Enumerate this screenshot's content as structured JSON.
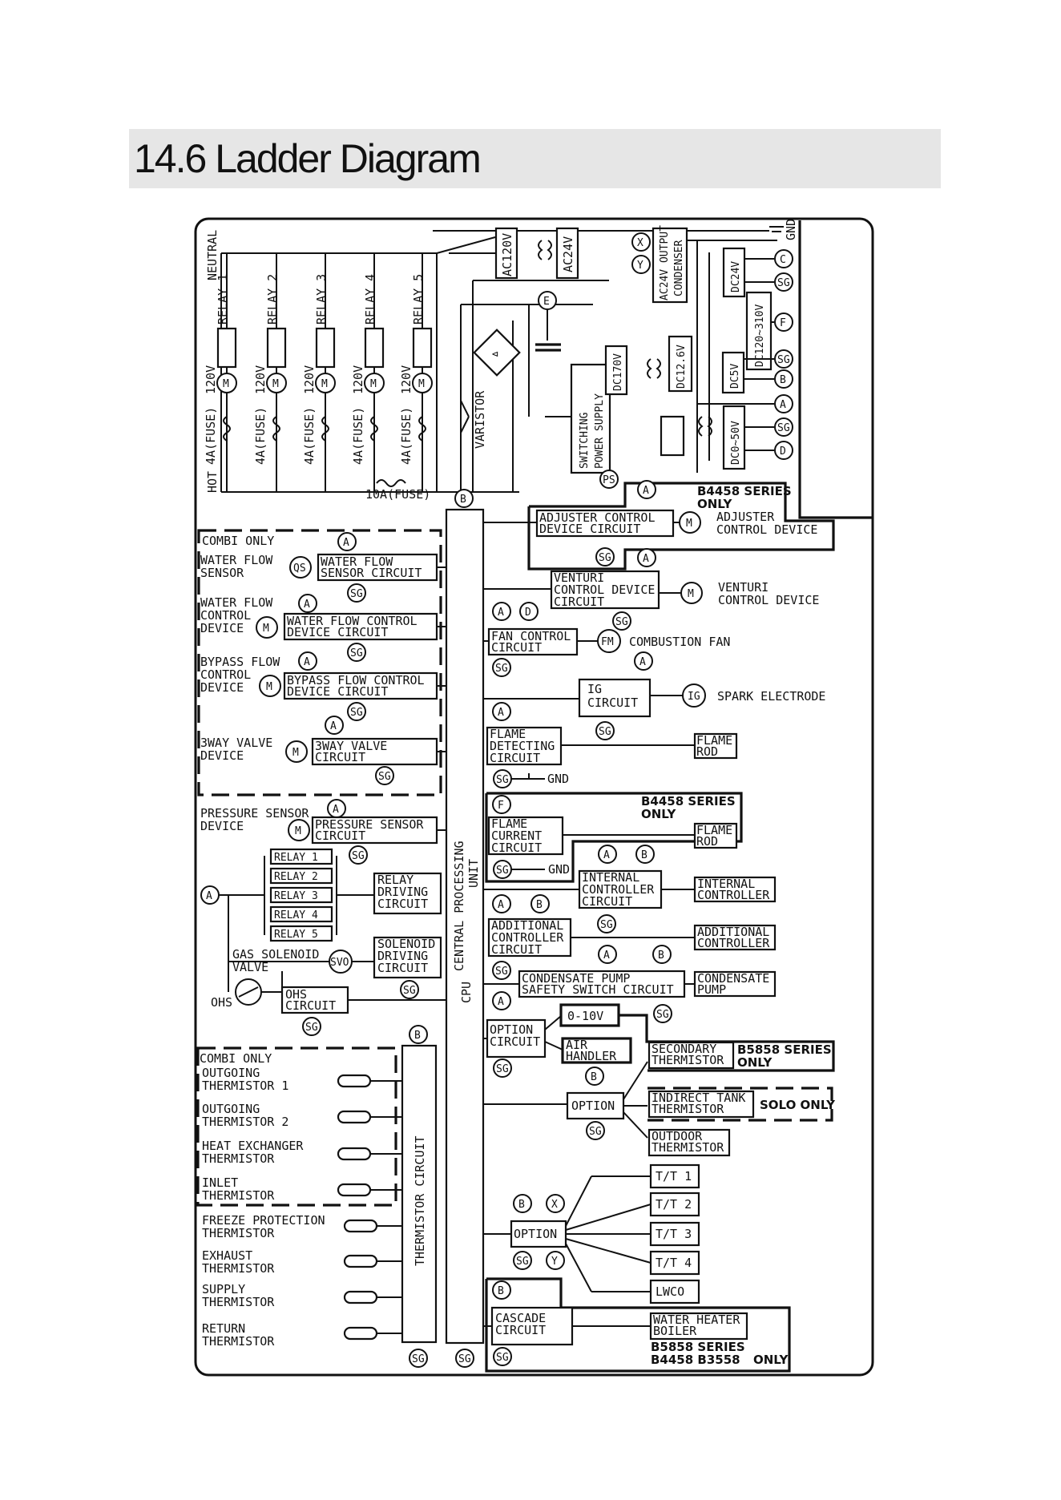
{
  "page": {
    "title": "14.6 Ladder Diagram"
  },
  "diagram": {
    "rails": {
      "neutral": "NEUTRAL",
      "hot": "HOT",
      "gnd": "GND",
      "main_fuse": "10A(FUSE)"
    },
    "relays": [
      {
        "name": "RELAY 1",
        "voltage": "120V",
        "fuse": "4A(FUSE)"
      },
      {
        "name": "RELAY 2",
        "voltage": "120V",
        "fuse": "4A(FUSE)"
      },
      {
        "name": "RELAY 3",
        "voltage": "120V",
        "fuse": "4A(FUSE)"
      },
      {
        "name": "RELAY 4",
        "voltage": "120V",
        "fuse": "4A(FUSE)"
      },
      {
        "name": "RELAY 5",
        "voltage": "120V",
        "fuse": "4A(FUSE)"
      }
    ],
    "power": {
      "ac120": "AC120V",
      "ac24": "AC24V",
      "ac24_out": "AC24V OUTPUT",
      "condenser": "CONDENSER",
      "dc24": "DC24V",
      "dc120": "DC120~310V",
      "dc170": "DC170V",
      "dc126": "DC12.6V",
      "dc5": "DC5V",
      "dc050": "DC0~50V",
      "smps1": "SWITCHING",
      "smps2": "POWER SUPPLY",
      "varistor": "VARISTOR"
    },
    "terminals": {
      "x": "X",
      "y": "Y",
      "e": "E",
      "c": "C",
      "sg": "SG",
      "f": "F",
      "b": "B",
      "a": "A",
      "d": "D",
      "ps": "PS"
    },
    "cpu": {
      "line1": "CPU",
      "line2": "CENTRAL PROCESSING",
      "line3": "UNIT"
    },
    "thermistor_circuit": "THERMISTOR CIRCUIT",
    "series_notes": {
      "b4458_a": "B4458 SERIES",
      "only_a": "ONLY",
      "b4458_b": "B4458 SERIES",
      "only_b": "ONLY",
      "b5858": "B5858 SERIES",
      "only_c": "ONLY",
      "solo": "SOLO ONLY",
      "cascade_1": "B5858 SERIES",
      "cascade_2": "B4458 B3558",
      "cascade_only": "ONLY",
      "combi_1": "COMBI ONLY",
      "combi_2": "COMBI ONLY"
    },
    "left_devices": {
      "wf_sensor_1": "WATER FLOW",
      "wf_sensor_2": "SENSOR",
      "qs": "QS",
      "wf_sensor_c1": "WATER FLOW",
      "wf_sensor_c2": "SENSOR CIRCUIT",
      "wf_ctrl_1": "WATER FLOW",
      "wf_ctrl_2": "CONTROL",
      "wf_ctrl_3": "DEVICE",
      "wf_ctrl_c1": "WATER FLOW CONTROL",
      "wf_ctrl_c2": "DEVICE CIRCUIT",
      "bp_1": "BYPASS FLOW",
      "bp_2": "CONTROL",
      "bp_3": "DEVICE",
      "bp_c1": "BYPASS FLOW CONTROL",
      "bp_c2": "DEVICE CIRCUIT",
      "tw_1": "3WAY VALVE",
      "tw_2": "DEVICE",
      "tw_c1": "3WAY VALVE",
      "tw_c2": "CIRCUIT",
      "ps_1": "PRESSURE SENSOR",
      "ps_2": "DEVICE",
      "ps_c1": "PRESSURE SENSOR",
      "ps_c2": "CIRCUIT",
      "rd_1": "RELAY",
      "rd_2": "DRIVING",
      "rd_3": "CIRCUIT",
      "gas_1": "GAS SOLENOID",
      "gas_2": "VALVE",
      "svo": "SVO",
      "sd_1": "SOLENOID",
      "sd_2": "DRIVING",
      "sd_3": "CIRCUIT",
      "ohs": "OHS",
      "ohs_c1": "OHS",
      "ohs_c2": "CIRCUIT",
      "motor": "M"
    },
    "relay_stack": [
      "RELAY 1",
      "RELAY 2",
      "RELAY 3",
      "RELAY 4",
      "RELAY 5"
    ],
    "thermistors": [
      {
        "l1": "OUTGOING",
        "l2": "THERMISTOR 1"
      },
      {
        "l1": "OUTGOING",
        "l2": "THERMISTOR 2"
      },
      {
        "l1": "HEAT EXCHANGER",
        "l2": "THERMISTOR"
      },
      {
        "l1": "INLET",
        "l2": "THERMISTOR"
      },
      {
        "l1": "FREEZE PROTECTION",
        "l2": "THERMISTOR"
      },
      {
        "l1": "EXHAUST",
        "l2": "THERMISTOR"
      },
      {
        "l1": "SUPPLY",
        "l2": "THERMISTOR"
      },
      {
        "l1": "RETURN",
        "l2": "THERMISTOR"
      }
    ],
    "right_devices": {
      "adj_c1": "ADJUSTER CONTROL",
      "adj_c2": "DEVICE CIRCUIT",
      "adj_d1": "ADJUSTER",
      "adj_d2": "CONTROL DEVICE",
      "ven_c1": "VENTURI",
      "ven_c2": "CONTROL DEVICE",
      "ven_c3": "CIRCUIT",
      "ven_d1": "VENTURI",
      "ven_d2": "CONTROL DEVICE",
      "fan_c1": "FAN CONTROL",
      "fan_c2": "CIRCUIT",
      "fm": "FM",
      "fan_d": "COMBUSTION FAN",
      "ig_c1": "IG",
      "ig_c2": "CIRCUIT",
      "ig": "IG",
      "ig_d": "SPARK ELECTRODE",
      "fd_c1": "FLAME",
      "fd_c2": "DETECTING",
      "fd_c3": "CIRCUIT",
      "fr1_1": "FLAME",
      "fr1_2": "ROD",
      "gnd": "GND",
      "fc_c1": "FLAME",
      "fc_c2": "CURRENT",
      "fc_c3": "CIRCUIT",
      "fr2_1": "FLAME",
      "fr2_2": "ROD",
      "ic_c1": "INTERNAL",
      "ic_c2": "CONTROLLER",
      "ic_c3": "CIRCUIT",
      "ic_d1": "INTERNAL",
      "ic_d2": "CONTROLLER",
      "ac_c1": "ADDITIONAL",
      "ac_c2": "CONTROLLER",
      "ac_c3": "CIRCUIT",
      "ac_d1": "ADDITIONAL",
      "ac_d2": "CONTROLLER",
      "cp_c1": "CONDENSATE PUMP",
      "cp_c2": "SAFETY SWITCH CIRCUIT",
      "cp_d1": "CONDENSATE",
      "cp_d2": "PUMP",
      "opt_c1": "OPTION",
      "opt_c2": "CIRCUIT",
      "v010": "0-10V",
      "air_1": "AIR",
      "air_2": "HANDLER",
      "st_1": "SECONDARY",
      "st_2": "THERMISTOR",
      "option": "OPTION",
      "it_1": "INDIRECT TANK",
      "it_2": "THERMISTOR",
      "ot_1": "OUTDOOR",
      "ot_2": "THERMISTOR",
      "option2": "OPTION",
      "tt1": "T/T 1",
      "tt2": "T/T 2",
      "tt3": "T/T 3",
      "tt4": "T/T 4",
      "lwco": "LWCO",
      "cas_c1": "CASCADE",
      "cas_c2": "CIRCUIT",
      "wh_1": "WATER HEATER",
      "wh_2": "BOILER"
    }
  }
}
